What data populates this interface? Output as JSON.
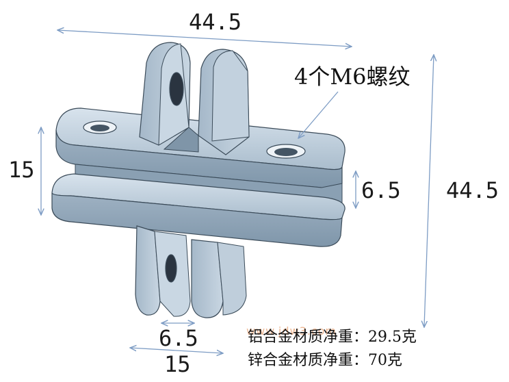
{
  "dimensions": {
    "top_width": "44.5",
    "height_right": "44.5",
    "left_height": "15",
    "slot_gap": "6.5",
    "bottom_gap": "6.5",
    "bottom_width": "15"
  },
  "callout": "4个M6螺纹",
  "watermark": "www.jdw3.com",
  "weights": {
    "aluminum": "铝合金材质净重：29.5克",
    "zinc": "锌合金材质净重：70克"
  },
  "colors": {
    "part_face": "#b8cad8",
    "part_light": "#d6e2ec",
    "part_dark": "#8ea4b6",
    "edge": "#3a4a58",
    "dim_line": "#7d9cc4"
  }
}
